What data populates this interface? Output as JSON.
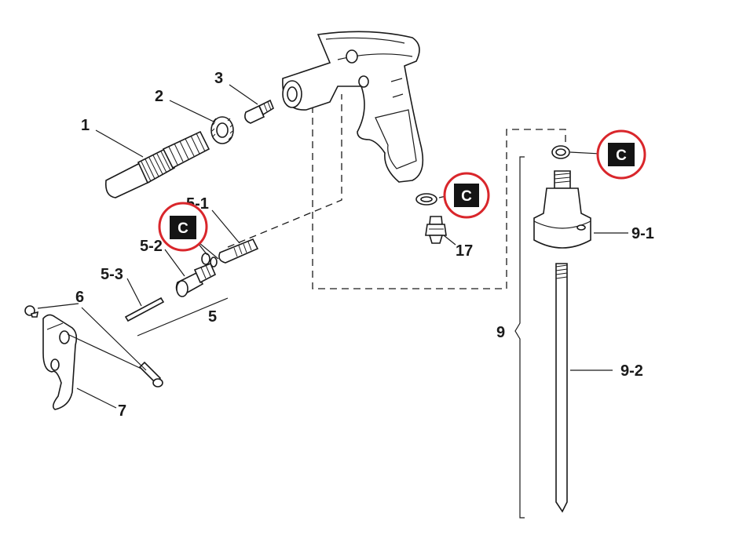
{
  "labels": {
    "p1": "1",
    "p2": "2",
    "p3": "3",
    "p5": "5",
    "p5_1": "5-1",
    "p5_2": "5-2",
    "p5_3": "5-3",
    "p6": "6",
    "p7": "7",
    "p9": "9",
    "p9_1": "9-1",
    "p9_2": "9-2",
    "p17": "17"
  },
  "callouts": [
    {
      "id": "callout-nozzle-seals",
      "text": "C"
    },
    {
      "id": "callout-handle-seal",
      "text": "C"
    },
    {
      "id": "callout-cone-seal",
      "text": "C"
    }
  ],
  "colors": {
    "callout_ring": "#d9262b",
    "badge_fill": "#141414",
    "ink": "#1a1a1a"
  }
}
